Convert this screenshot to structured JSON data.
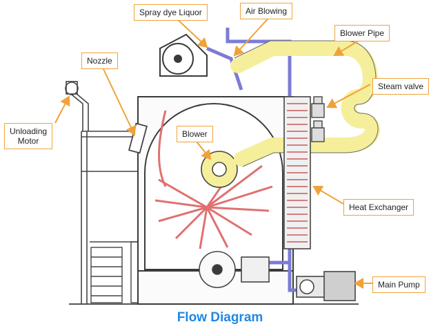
{
  "title": "Flow Diagram",
  "labels": {
    "spray_dye_liquor": "Spray dye Liquor",
    "air_blowing": "Air Blowing",
    "blower_pipe": "Blower Pipe",
    "nozzle": "Nozzle",
    "steam_valve": "Steam valve",
    "unloading_motor_line1": "Unloading",
    "unloading_motor_line2": "Motor",
    "blower": "Blower",
    "heat_exchanger": "Heat Exchanger",
    "main_pump": "Main Pump"
  },
  "colors": {
    "callout_border": "#f0a23a",
    "title": "#1e88e5",
    "machine_line": "#3a3a3a",
    "fabric_path": "#e07070",
    "air_duct": "#f5ef9c",
    "liquor_pipe": "#7c7cd6",
    "heat_exchanger_coil": "#c03a3a"
  }
}
